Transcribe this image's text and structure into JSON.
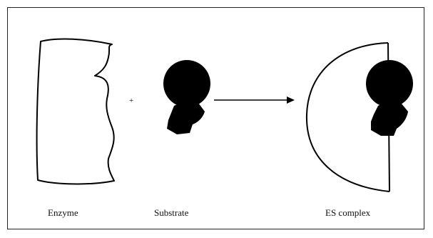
{
  "diagram": {
    "labels": {
      "enzyme": "Enzyme",
      "substrate": "Substrate",
      "es_complex": "ES complex"
    },
    "operator": "+",
    "colors": {
      "ink": "#000000",
      "border": "#222222",
      "background": "#ffffff"
    }
  }
}
